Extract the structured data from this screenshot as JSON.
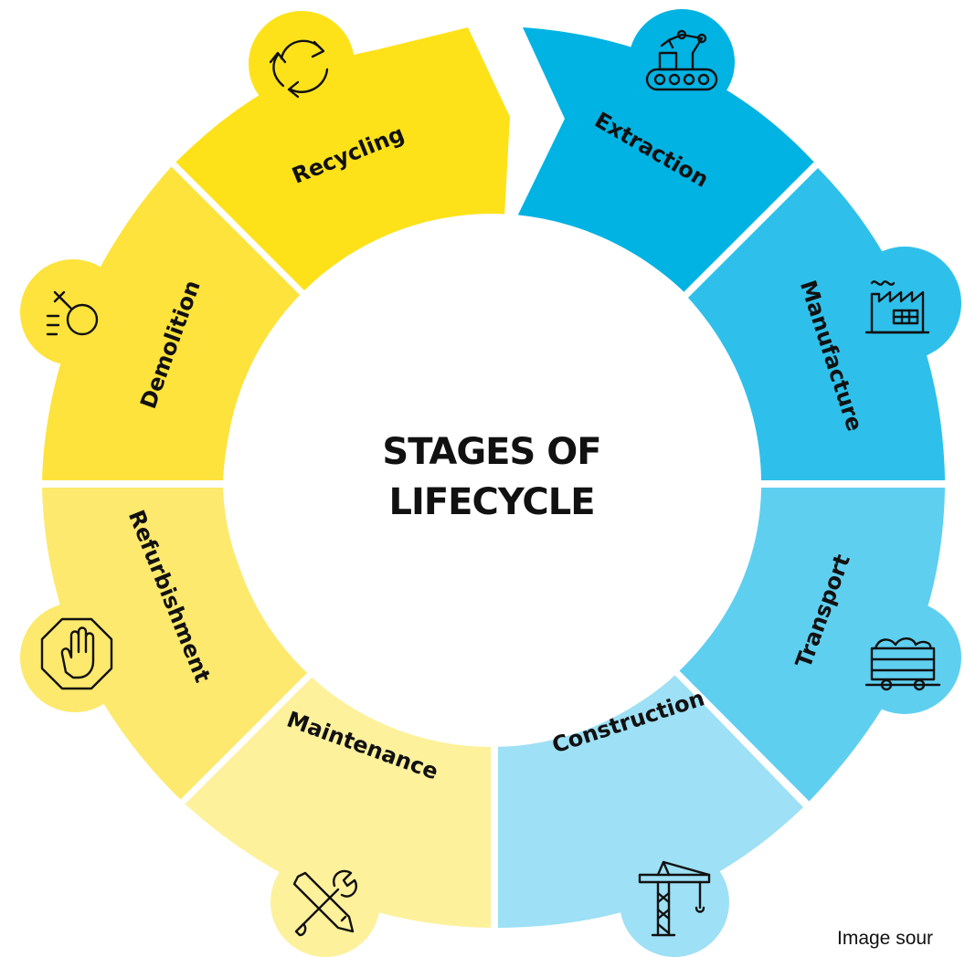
{
  "title_lines": [
    "STAGES OF",
    "LIFECYCLE"
  ],
  "colors": {
    "extraction": "#00b3e3",
    "manufacture": "#2ec0ea",
    "transport": "#5fcff0",
    "construction": "#9ee0f5",
    "maintenance": "#fdf19c",
    "refurbishment": "#fde96d",
    "demolition": "#fde33b",
    "recycling": "#fde21a",
    "text": "#111111"
  },
  "stages": [
    {
      "key": "extraction",
      "label": "Extraction",
      "icon": "robotic-arm-conveyor-icon"
    },
    {
      "key": "manufacture",
      "label": "Manufacture",
      "icon": "factory-icon"
    },
    {
      "key": "transport",
      "label": "Transport",
      "icon": "mine-cart-icon"
    },
    {
      "key": "construction",
      "label": "Construction",
      "icon": "tower-crane-icon"
    },
    {
      "key": "maintenance",
      "label": "Maintenance",
      "icon": "wrench-screwdriver-icon"
    },
    {
      "key": "refurbishment",
      "label": "Refurbishment",
      "icon": "stop-hand-icon"
    },
    {
      "key": "demolition",
      "label": "Demolition",
      "icon": "wrecking-ball-icon"
    },
    {
      "key": "recycling",
      "label": "Recycling",
      "icon": "recycle-arrows-icon"
    }
  ],
  "source_note": "Image sour"
}
